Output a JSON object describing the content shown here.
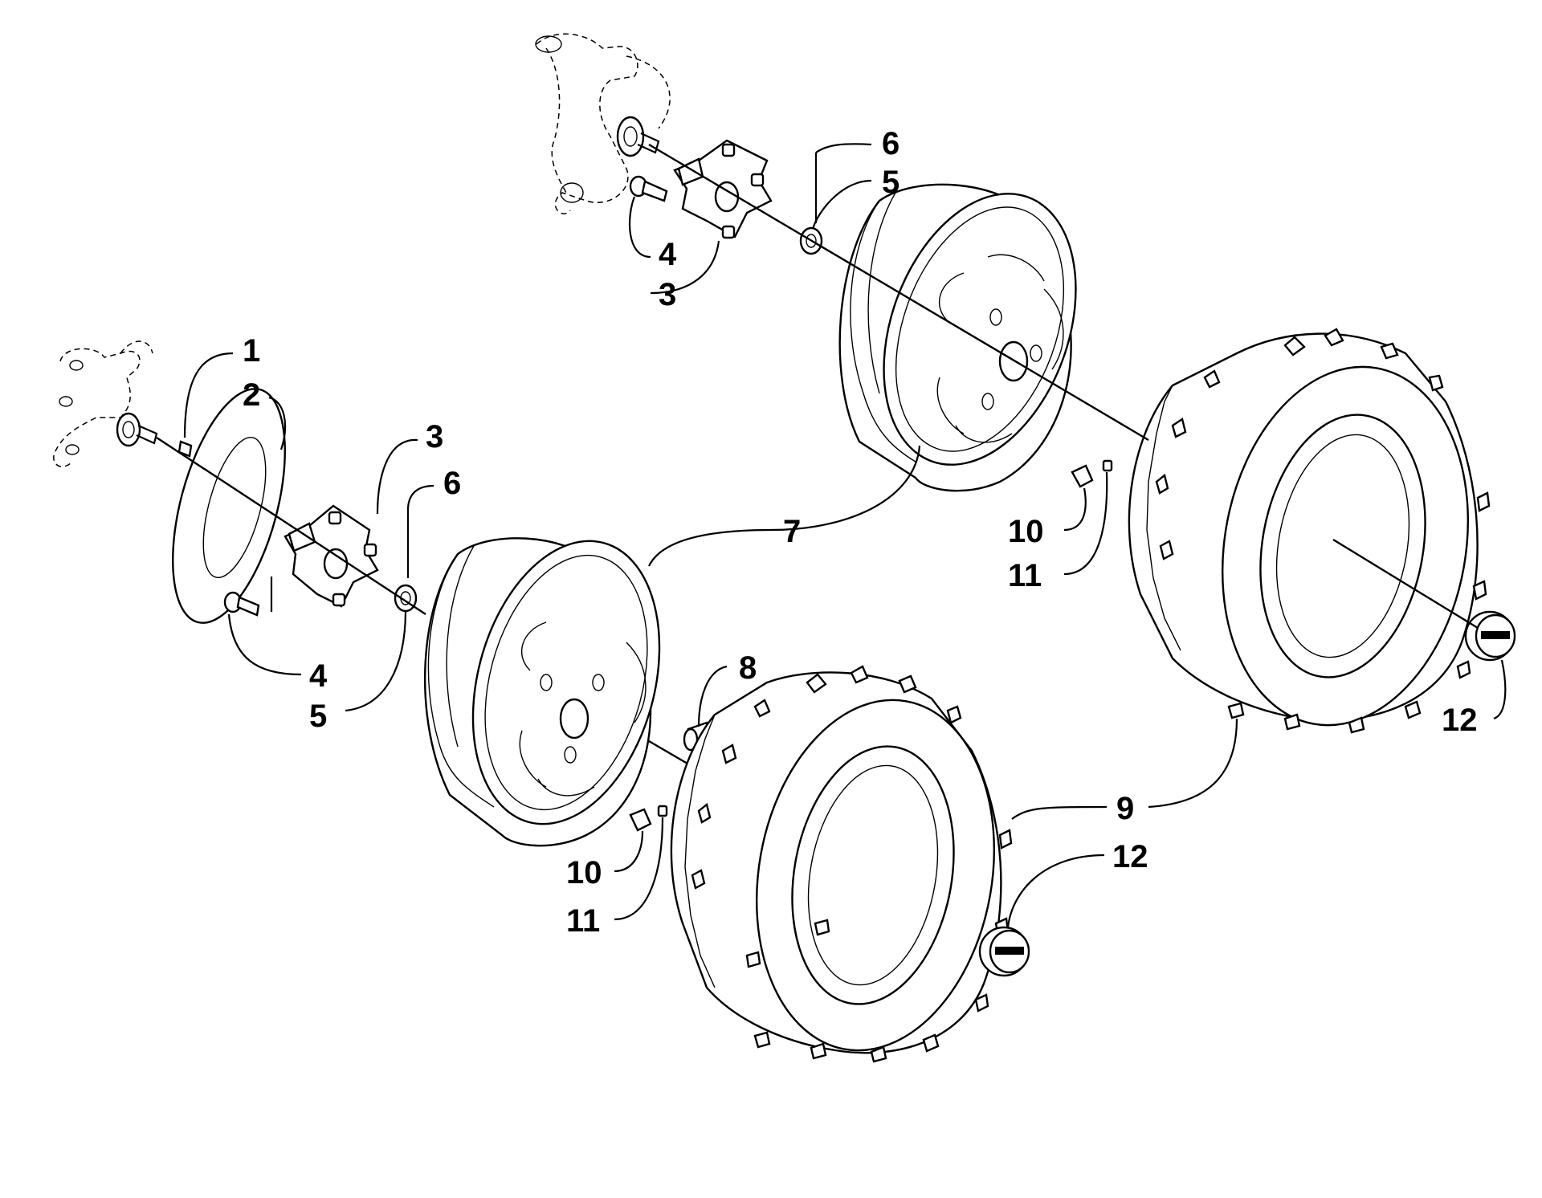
{
  "diagram": {
    "callouts": [
      {
        "id": "c-1a",
        "label": "1"
      },
      {
        "id": "c-2a",
        "label": "2"
      },
      {
        "id": "c-3a",
        "label": "3"
      },
      {
        "id": "c-3b",
        "label": "3"
      },
      {
        "id": "c-4a",
        "label": "4"
      },
      {
        "id": "c-4b",
        "label": "4"
      },
      {
        "id": "c-5a",
        "label": "5"
      },
      {
        "id": "c-5b",
        "label": "5"
      },
      {
        "id": "c-6a",
        "label": "6"
      },
      {
        "id": "c-6b",
        "label": "6"
      },
      {
        "id": "c-7a",
        "label": "7"
      },
      {
        "id": "c-8a",
        "label": "8"
      },
      {
        "id": "c-9a",
        "label": "9"
      },
      {
        "id": "c-10a",
        "label": "10"
      },
      {
        "id": "c-10b",
        "label": "10"
      },
      {
        "id": "c-11a",
        "label": "11"
      },
      {
        "id": "c-11b",
        "label": "11"
      },
      {
        "id": "c-12a",
        "label": "12"
      },
      {
        "id": "c-12b",
        "label": "12"
      }
    ]
  }
}
